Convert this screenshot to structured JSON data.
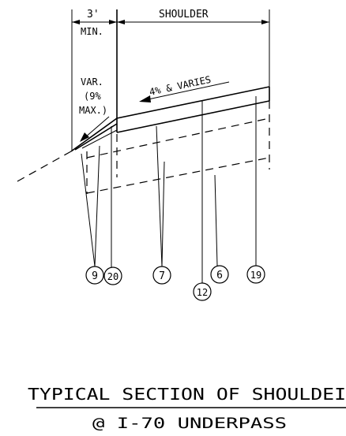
{
  "dimensions": {
    "left_width": "3'",
    "left_min": "MIN.",
    "shoulder": "SHOULDER"
  },
  "annotations": {
    "slope": "4% & VARIES",
    "var_line1": "VAR.",
    "var_line2": "(9%",
    "var_line3": "MAX.)"
  },
  "callouts": [
    "9",
    "20",
    "7",
    "12",
    "6",
    "19"
  ],
  "title": {
    "main": "TYPICAL SECTION OF SHOULDEI",
    "sub": "@ I-70 UNDERPASS"
  }
}
